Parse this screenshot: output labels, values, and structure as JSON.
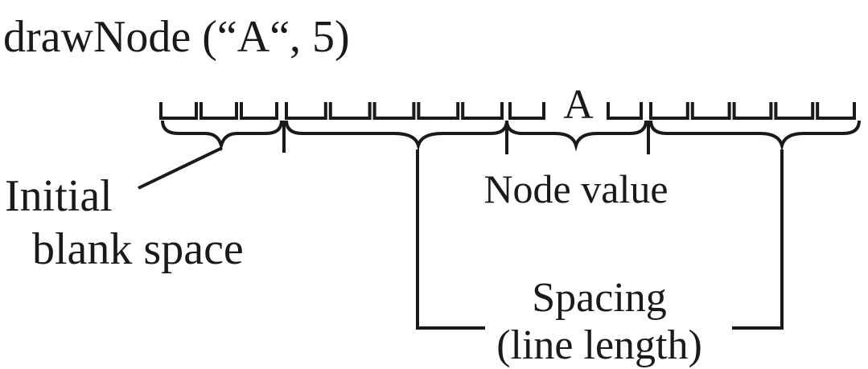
{
  "call": {
    "text": "drawNode (“A“, 5)"
  },
  "node_value_char": "A",
  "labels": {
    "initial_blank_line1": "Initial",
    "initial_blank_line2": "blank space",
    "node_value": "Node value",
    "spacing_line1": "Spacing",
    "spacing_line2": "(line length)"
  },
  "slots": {
    "initial_blank": 3,
    "left_spacing": 5,
    "node_pad_left": 1,
    "node_pad_right": 1,
    "right_spacing": 5
  },
  "colors": {
    "ink": "#1a1a1a",
    "background": "#ffffff"
  }
}
